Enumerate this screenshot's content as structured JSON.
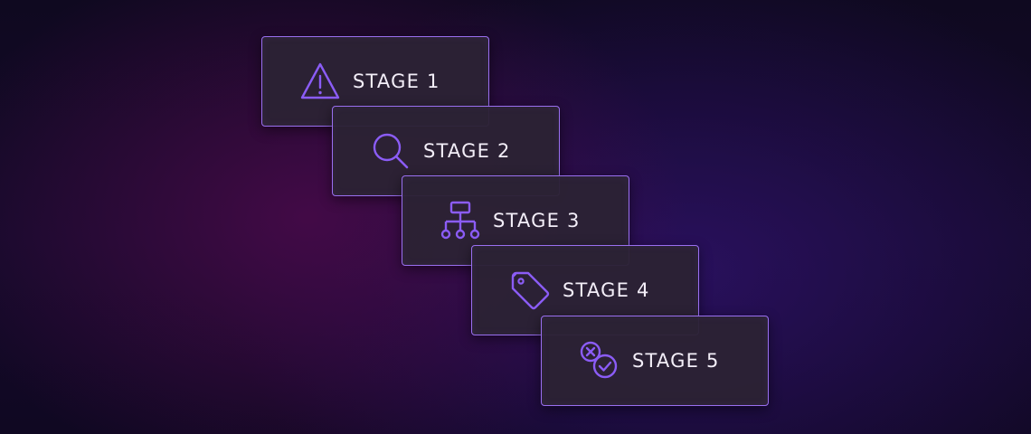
{
  "colors": {
    "accent": "#9a6ff0",
    "icon": "#8b5cf6",
    "label": "#f3eef8",
    "card_fill": "#2c2234",
    "background": "#120a26"
  },
  "stages": [
    {
      "label": "STAGE 1",
      "icon": "warning-icon"
    },
    {
      "label": "STAGE 2",
      "icon": "search-icon"
    },
    {
      "label": "STAGE 3",
      "icon": "hierarchy-icon"
    },
    {
      "label": "STAGE 4",
      "icon": "tag-icon"
    },
    {
      "label": "STAGE 5",
      "icon": "cancel-check-icon"
    }
  ]
}
